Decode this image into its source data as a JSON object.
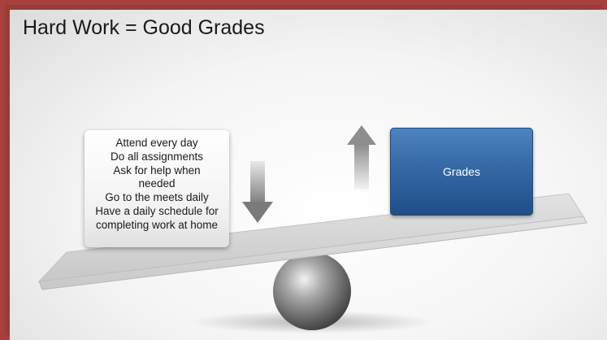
{
  "slide": {
    "title": "Hard Work = Good Grades"
  },
  "left_box": {
    "lines": [
      "Attend every day",
      "Do all assignments",
      "Ask for help when",
      "needed",
      "Go to the meets daily",
      "Have a daily schedule for",
      "completing work at home"
    ]
  },
  "right_box": {
    "label": "Grades"
  },
  "colors": {
    "frame": "#a8403d",
    "grades_box": "#2e6099",
    "plank": "#cfcfcf",
    "arrow": "#9a9a9a"
  }
}
